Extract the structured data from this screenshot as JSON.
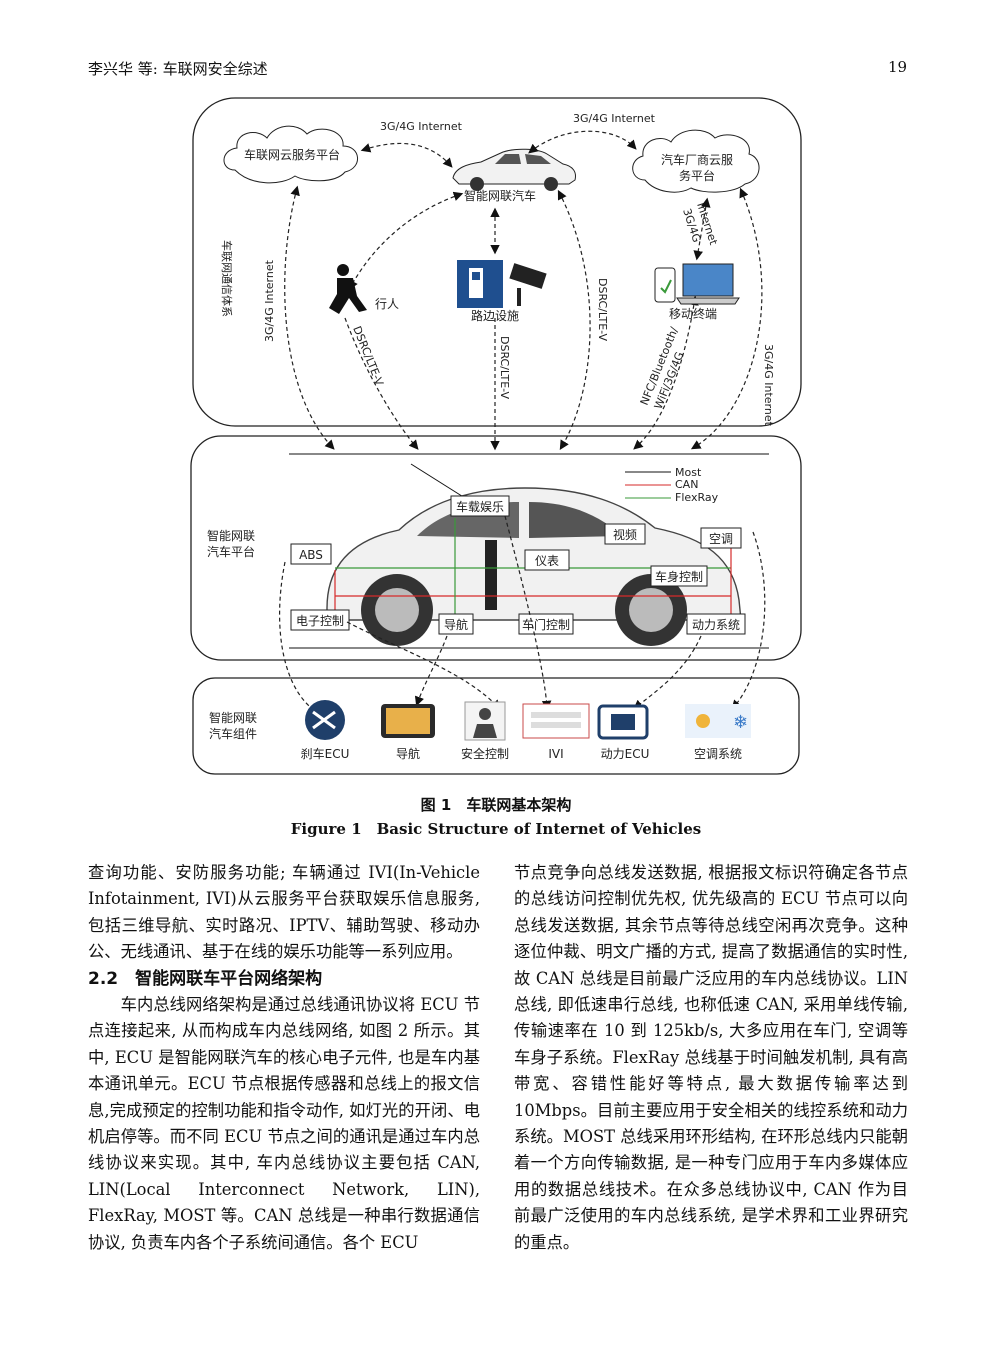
{
  "header": {
    "left": "李兴华 等: 车联网安全综述",
    "page_number": "19"
  },
  "figure": {
    "cloud_left": "车联网云服务平台",
    "cloud_right_1": "汽车厂商云服",
    "cloud_right_2": "务平台",
    "car_top": "智能网联汽车",
    "internet_left_top": "3G/4G Internet",
    "internet_right_top": "3G/4G Internet",
    "internet_mid_1": "3G/4G",
    "internet_mid_2": "Internet",
    "side_internet": "3G/4G Internet",
    "ecosystem": "车联网通信体系",
    "pedestrian": "行人",
    "roadside": "路边设施",
    "mobile": "移动终端",
    "dsrc_1": "DSRC/LTE-V",
    "dsrc_2": "DSRC/LTE-V",
    "dsrc_3": "DSRC/LTE-V",
    "nfc_1": "NFC/Bluetooth/",
    "nfc_2": "WiFi/3G/4G",
    "platform_1": "智能网联",
    "platform_2": "汽车平台",
    "legend": [
      "Most",
      "CAN",
      "FlexRay"
    ],
    "legend_colors": [
      "#111111",
      "#d62a2a",
      "#3a9a3a"
    ],
    "car_boxes": [
      "车载娱乐",
      "视频",
      "空调",
      "ABS",
      "仪表",
      "车身控制",
      "电子控制",
      "导航",
      "车门控制",
      "动力系统"
    ],
    "component_1": "智能网联",
    "component_2": "汽车组件",
    "components": [
      "刹车ECU",
      "导航",
      "安全控制",
      "IVI",
      "动力ECU",
      "空调系统"
    ]
  },
  "caption": {
    "cn": "图 1　车联网基本架构",
    "en": "Figure 1　Basic Structure of Internet of Vehicles"
  },
  "left_column": {
    "para1": "查询功能、安防服务功能; 车辆通过 IVI(In-Vehicle Infotainment, IVI)从云服务平台获取娱乐信息服务, 包括三维导航、实时路况、IPTV、辅助驾驶、移动办公、无线通讯、基于在线的娱乐功能等一系列应用。",
    "section_title": "2.2　智能网联车平台网络架构",
    "para2": "车内总线网络架构是通过总线通讯协议将 ECU 节点连接起来, 从而构成车内总线网络, 如图 2 所示。其中, ECU 是智能网联汽车的核心电子元件, 也是车内基本通讯单元。ECU 节点根据传感器和总线上的报文信息,完成预定的控制功能和指令动作, 如灯光的开闭、电机启停等。而不同 ECU 节点之间的通讯是通过车内总线协议来实现。其中, 车内总线协议主要包括 CAN, LIN(Local Interconnect Network, LIN), FlexRay, MOST 等。CAN 总线是一种串行数据通信协议, 负责车内各个子系统间通信。各个 ECU"
  },
  "right_column": {
    "para": "节点竞争向总线发送数据, 根据报文标识符确定各节点的总线访问控制优先权, 优先级高的 ECU 节点可以向总线发送数据, 其余节点等待总线空闲再次竞争。这种逐位仲裁、明文广播的方式, 提高了数据通信的实时性, 故 CAN 总线是目前最广泛应用的车内总线协议。LIN 总线, 即低速串行总线, 也称低速 CAN, 采用单线传输, 传输速率在 10 到 125kb/s, 大多应用在车门, 空调等车身子系统。FlexRay 总线基于时间触发机制, 具有高带宽、容错性能好等特点, 最大数据传输率达到 10Mbps。目前主要应用于安全相关的线控系统和动力系统。MOST 总线采用环形结构, 在环形总线内只能朝着一个方向传输数据, 是一种专门应用于车内多媒体应用的数据总线技术。在众多总线协议中, CAN 作为目前最广泛使用的车内总线系统, 是学术界和工业界研究的重点。"
  }
}
